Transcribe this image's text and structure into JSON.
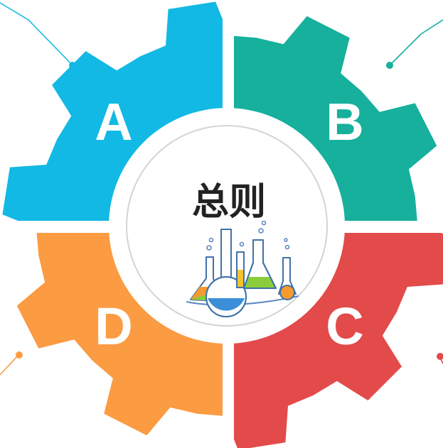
{
  "center": {
    "title": "总则",
    "illustration": "lab-flasks-icon"
  },
  "segments": [
    {
      "id": "a",
      "label": "A",
      "color": "#12b9e4"
    },
    {
      "id": "b",
      "label": "B",
      "color": "#16b09c"
    },
    {
      "id": "c",
      "label": "C",
      "color": "#e34a4a"
    },
    {
      "id": "d",
      "label": "D",
      "color": "#fb9b42"
    }
  ]
}
